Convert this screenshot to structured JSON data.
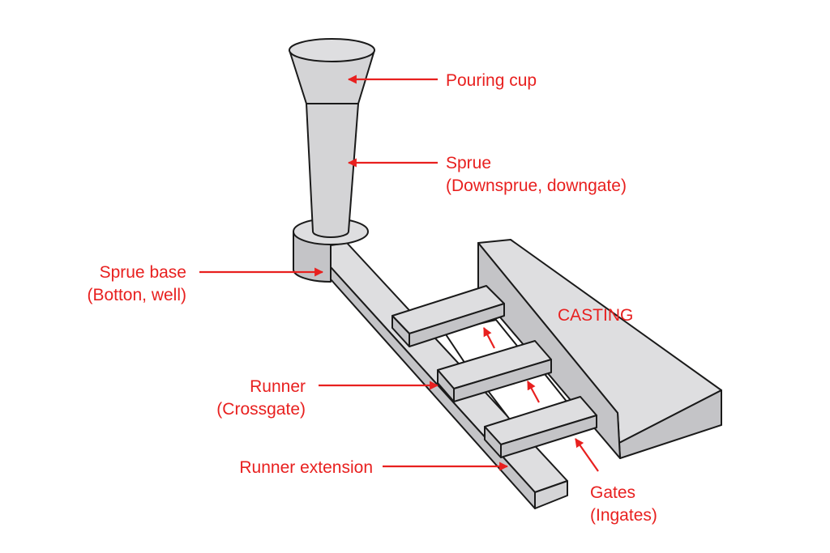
{
  "labels": {
    "pouring_cup": "Pouring cup",
    "sprue_line1": "Sprue",
    "sprue_line2": "(Downsprue, downgate)",
    "sprue_base_line1": "Sprue base",
    "sprue_base_line2": "(Botton, well)",
    "casting": "CASTING",
    "runner_line1": "Runner",
    "runner_line2": "(Crossgate)",
    "runner_extension": "Runner extension",
    "gates_line1": "Gates",
    "gates_line2": "(Ingates)"
  },
  "colors": {
    "annotation": "#e8201f",
    "part_fill": "#d4d4d6",
    "outline": "#1a1a1a",
    "background": "#ffffff"
  }
}
